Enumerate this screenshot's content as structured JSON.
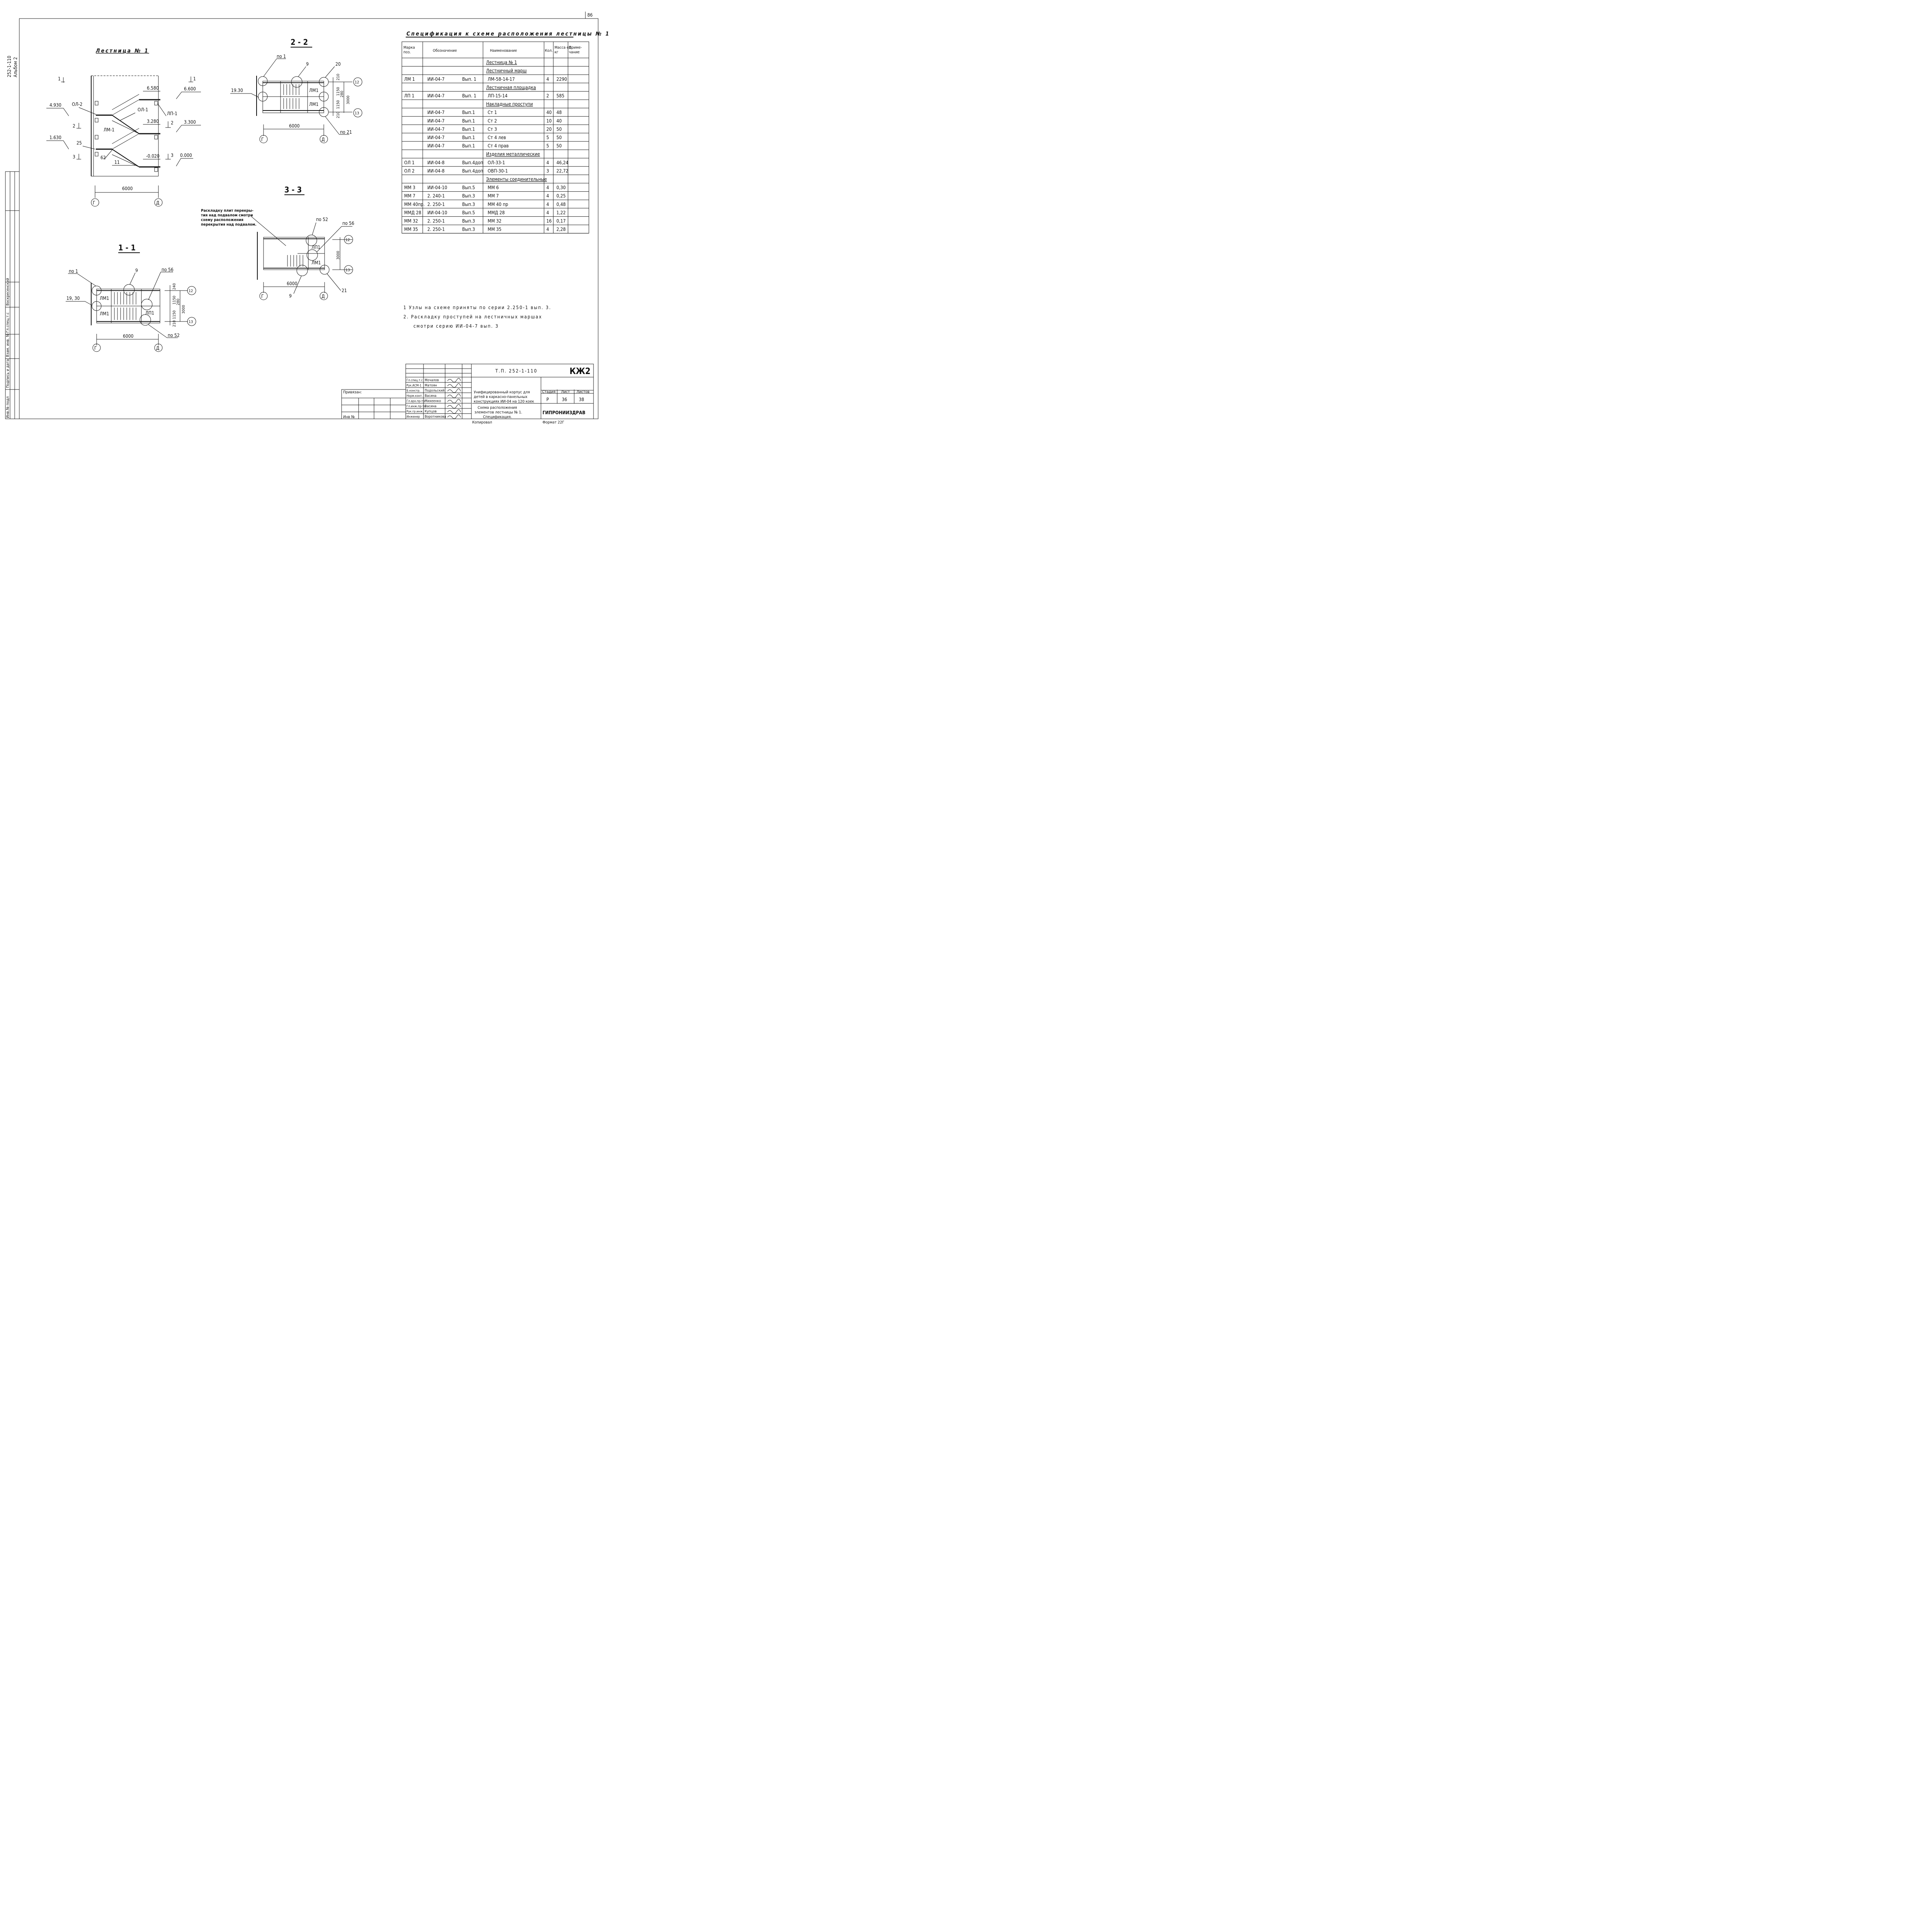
{
  "sheet_no": "86",
  "album": {
    "line1": "252-1-110",
    "line2": "Альбом 2"
  },
  "plan1": {
    "title": "Лестница № 1",
    "levels": [
      "6.580",
      "6.600",
      "4.930",
      "3.280",
      "3.300",
      "1.630",
      "-0.020",
      "0.000"
    ],
    "labels": [
      "ОЛ-2",
      "ОЛ-1",
      "ЛП-1",
      "ЛМ-1",
      "25",
      "62",
      "11"
    ],
    "sections": [
      "1",
      "2",
      "3",
      "1",
      "2",
      "3"
    ],
    "dim": "6000",
    "axes": [
      "Г",
      "Д"
    ]
  },
  "sec22": {
    "title": "2 - 2",
    "node_refs": [
      "по 1",
      "9",
      "20",
      "по 21"
    ],
    "level": "19.30",
    "stair_labels": [
      "ЛМ1",
      "ЛМ1"
    ],
    "dims_v": [
      "210",
      "1150",
      "280",
      "1150",
      "210",
      "3000"
    ],
    "dim": "6000",
    "axes": [
      "Г",
      "Д",
      "12",
      "13"
    ]
  },
  "sec33": {
    "title": "3 - 3",
    "note": [
      "Раскладку плит перекры-",
      "тия над подвалом смотри",
      "схему расположения",
      "перекрытия над подвалом."
    ],
    "node_refs": [
      "по 52",
      "по 56",
      "9",
      "21"
    ],
    "stair_labels": [
      "ЛП1",
      "ЛМ1"
    ],
    "dim_v": "3000",
    "dim": "6000",
    "axes": [
      "Г",
      "Д",
      "12",
      "13"
    ]
  },
  "sec11": {
    "title": "1 - 1",
    "node_refs": [
      "по 1",
      "9",
      "по 56",
      "по 52"
    ],
    "level": "19, 30",
    "stair_labels": [
      "ЛМ1",
      "ЛП1",
      "ЛМ1"
    ],
    "dims_v": [
      "240",
      "1150",
      "280",
      "1150",
      "210",
      "3000"
    ],
    "dim": "6000",
    "axes": [
      "Г",
      "Д",
      "12",
      "13"
    ]
  },
  "spec": {
    "title": "Спецификация к схеме расположения лестницы № 1",
    "headers": [
      "Марка поз.",
      "Обозначение",
      "Наименование",
      "Кол.",
      "Масса ед. кг",
      "Приме- чание"
    ],
    "rows": [
      {
        "type": "group",
        "name": "Лестница № 1"
      },
      {
        "type": "group",
        "name": "Лестничный марш"
      },
      {
        "type": "row",
        "mark": "ЛМ 1",
        "doc": "ИИ-04-7",
        "issue": "Вып. 1",
        "name": "ЛМ-58-14-17",
        "qty": "4",
        "mass": "2290",
        "note": ""
      },
      {
        "type": "group",
        "name": "Лестничная площадка"
      },
      {
        "type": "row",
        "mark": "ЛП 1",
        "doc": "ИИ-04-7",
        "issue": "Вып. 1",
        "name": "ЛП-15-14",
        "qty": "2",
        "mass": "585",
        "note": ""
      },
      {
        "type": "group",
        "name": "Накладные проступи"
      },
      {
        "type": "row",
        "mark": "",
        "doc": "ИИ-04-7",
        "issue": "Вып.1",
        "name": "Ст 1",
        "qty": "40",
        "mass": "48",
        "note": ""
      },
      {
        "type": "row",
        "mark": "",
        "doc": "ИИ-04-7",
        "issue": "Вып.1",
        "name": "Ст 2",
        "qty": "10",
        "mass": "40",
        "note": ""
      },
      {
        "type": "row",
        "mark": "",
        "doc": "ИИ-04-7",
        "issue": "Вып.1",
        "name": "Ст 3",
        "qty": "20",
        "mass": "50",
        "note": ""
      },
      {
        "type": "row",
        "mark": "",
        "doc": "ИИ-04-7",
        "issue": "Вып.1",
        "name": "Ст 4 лев",
        "qty": "5",
        "mass": "50",
        "note": ""
      },
      {
        "type": "row",
        "mark": "",
        "doc": "ИИ-04-7",
        "issue": "Вып.1",
        "name": "Ст 4 прав",
        "qty": "5",
        "mass": "50",
        "note": ""
      },
      {
        "type": "group",
        "name": "Изделия металлические"
      },
      {
        "type": "row",
        "mark": "ОЛ 1",
        "doc": "ИИ-04-8",
        "issue": "Вып.4доп",
        "name": "ОЛ-33-1",
        "qty": "4",
        "mass": "46,24",
        "note": ""
      },
      {
        "type": "row",
        "mark": "ОЛ 2",
        "doc": "ИИ-04-8",
        "issue": "Вып.4доп",
        "name": "ОВП-30-1",
        "qty": "3",
        "mass": "22,72",
        "note": ""
      },
      {
        "type": "group",
        "name": "Элементы соединительные"
      },
      {
        "type": "row",
        "mark": "ММ 3",
        "doc": "ИИ-04-10",
        "issue": "Вып.5",
        "name": "ММ 6",
        "qty": "4",
        "mass": "0,30",
        "note": ""
      },
      {
        "type": "row",
        "mark": "ММ 7",
        "doc": "2. 240-1",
        "issue": "Вып.3",
        "name": "ММ 7",
        "qty": "4",
        "mass": "0,25",
        "note": ""
      },
      {
        "type": "row",
        "mark": "ММ 40пр.",
        "doc": "2. 250-1",
        "issue": "Вып.3",
        "name": "ММ 40 пр",
        "qty": "4",
        "mass": "0,48",
        "note": ""
      },
      {
        "type": "row",
        "mark": "ММД 28",
        "doc": "ИИ-04-10",
        "issue": "Вып.5",
        "name": "ММД 28",
        "qty": "4",
        "mass": "1,22",
        "note": ""
      },
      {
        "type": "row",
        "mark": "ММ 32",
        "doc": "2. 250-1",
        "issue": "Вып.3",
        "name": "ММ 32",
        "qty": "16",
        "mass": "0,17",
        "note": ""
      },
      {
        "type": "row",
        "mark": "ММ 35",
        "doc": "2. 250-1",
        "issue": "Вып.3",
        "name": "ММ 35",
        "qty": "4",
        "mass": "2,28",
        "note": ""
      }
    ]
  },
  "notes": [
    "1  Узлы на схеме приняты по серии 2.250-1 вып. 3.",
    "2. Раскладку проступей на лестничных маршах",
    "смотри серию ИИ-04-7 вып. 3"
  ],
  "left_stamp": [
    "Инв.№ подл",
    "Подпись и дата",
    "Взам. инв. №",
    "Гл.спец.т.с",
    "Воскресенский"
  ],
  "title_block": {
    "code": "Т.П. 252-1-110",
    "mark": "КЖ2",
    "bind": "Привязан:",
    "inv": "Инв №",
    "people": [
      {
        "role": "Гл.спец.т.с",
        "name": "Мочалов"
      },
      {
        "role": "Рук.АСМ-1",
        "name": "Матоян"
      },
      {
        "role": "Б.констр.",
        "name": "Подольский"
      },
      {
        "role": "Норм.конт.",
        "name": "Васина"
      },
      {
        "role": "Гл.арх.пр-та",
        "name": "Михеенко"
      },
      {
        "role": "Гл.инж.пр-та",
        "name": "Васина"
      },
      {
        "role": "Рук.гр.инж.",
        "name": "Купцов"
      },
      {
        "role": "Инженер",
        "name": "Воротникова"
      }
    ],
    "project": [
      "Унифицированный корпус для",
      "детей в каркасно-панельных",
      "конструкциях ИИ-04 на 120 коек"
    ],
    "drawing": [
      "Схема расположения",
      "элементов лестницы № 1.",
      "Спецификация."
    ],
    "stage_h": "Стадия",
    "sheet_h": "Лист",
    "sheets_h": "Листов",
    "stage": "Р",
    "sheet": "36",
    "sheets": "38",
    "org": "ГИПРОНИИЗДРАВ",
    "copied": "Копировал",
    "format": "Формат 22Г"
  }
}
